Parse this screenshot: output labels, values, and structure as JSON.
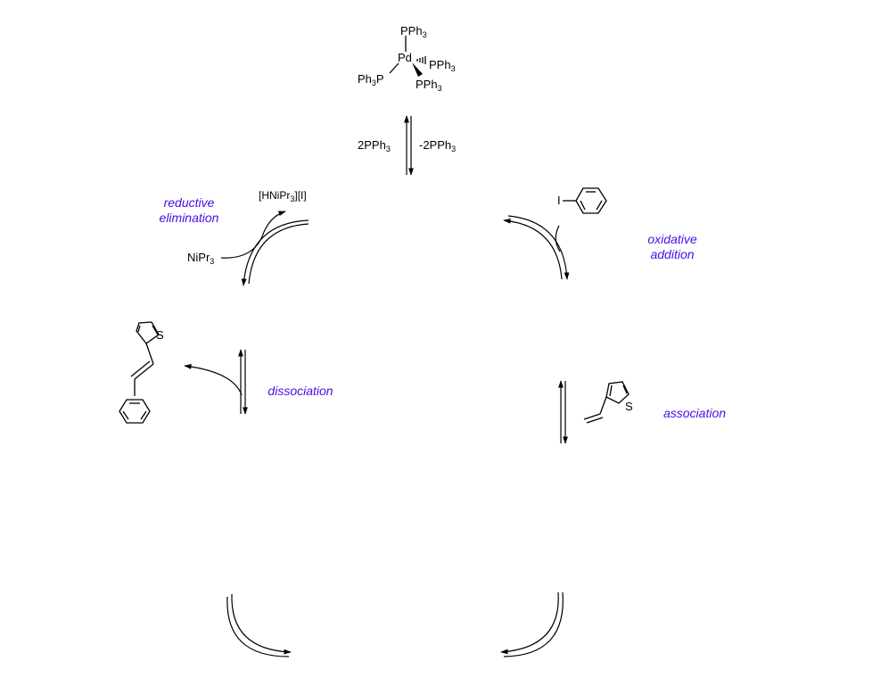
{
  "colors": {
    "step_label": "#4a0fe6",
    "ink": "#000000"
  },
  "catalyst": {
    "ligand": "PPh",
    "ligand_sub": "3",
    "metal": "Pd",
    "ligand_left_pre": "Ph",
    "ligand_left_sub": "3",
    "ligand_left_post": "P"
  },
  "equilibrium": {
    "left_pre": "2PPh",
    "left_sub": "3",
    "right_pre": "-2PPh",
    "right_sub": "3"
  },
  "reagents": {
    "aryl_halide_atom": "I",
    "thiophene_atom": "S",
    "product_atom": "S",
    "base_pre": "NiPr",
    "base_sub": "3",
    "salt_pre": "[HNiPr",
    "salt_sub": "3",
    "salt_post": "][I]"
  },
  "steps": {
    "oxidative_addition": [
      "oxidative",
      "addition"
    ],
    "association": [
      "association"
    ],
    "dissociation": [
      "dissociation"
    ],
    "reductive_elimination": [
      "reductive",
      "elimination"
    ]
  }
}
